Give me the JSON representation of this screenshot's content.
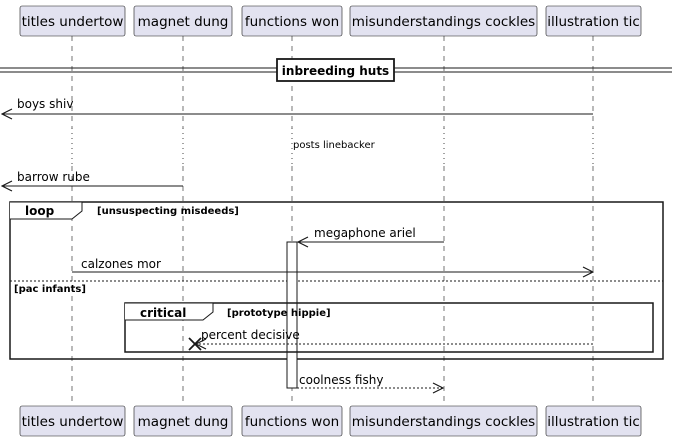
{
  "participants": [
    {
      "label": "titles undertow"
    },
    {
      "label": "magnet dung"
    },
    {
      "label": "functions won"
    },
    {
      "label": "misunderstandings cockles"
    },
    {
      "label": "illustration tic"
    }
  ],
  "divider": {
    "label": "inbreeding huts"
  },
  "messages": {
    "m1": {
      "label": "boys shiv"
    },
    "m2": {
      "label": "barrow rube"
    },
    "m3": {
      "label": "megaphone ariel"
    },
    "m4": {
      "label": "calzones mor"
    },
    "m5": {
      "label": "percent decisive"
    },
    "m6": {
      "label": "coolness fishy"
    }
  },
  "delay": {
    "label": "posts linebacker"
  },
  "fragments": {
    "loop": {
      "kind": "loop",
      "guard": "[unsuspecting misdeeds]",
      "else_guard": "[pac infants]"
    },
    "critical": {
      "kind": "critical",
      "guard": "[prototype hippie]"
    }
  },
  "colors": {
    "participant_fill": "#e2e2f0",
    "participant_border": "#181818",
    "line": "#181818",
    "lifeline": "#181818"
  }
}
